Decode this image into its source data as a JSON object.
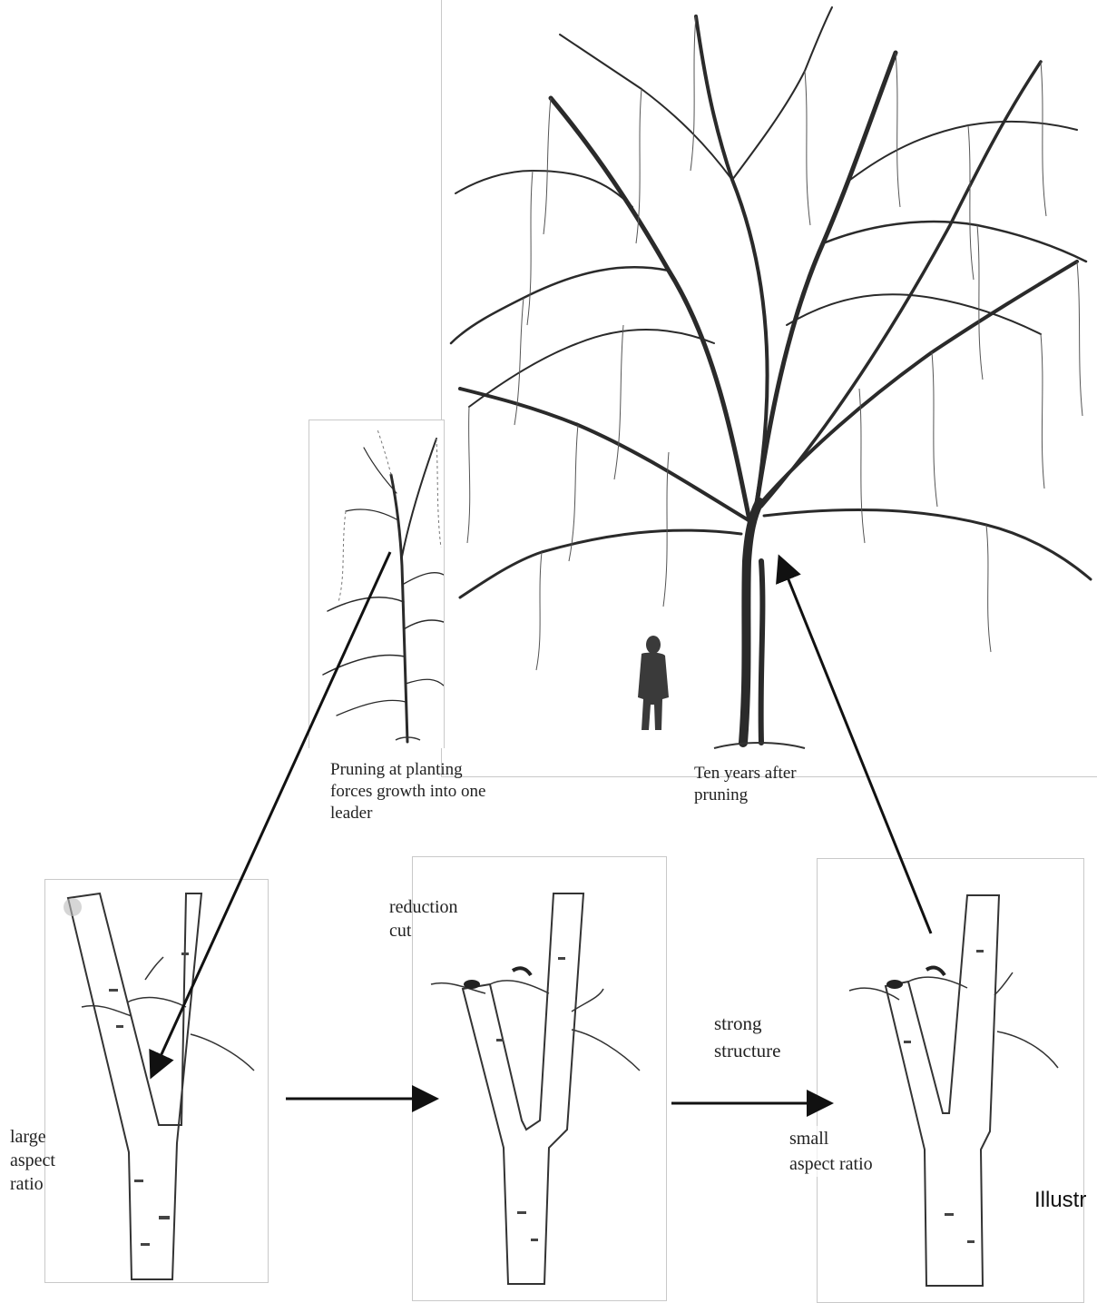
{
  "captions": {
    "young_tree": "Pruning at planting\nforces growth into one\nleader",
    "mature_tree": "Ten years after\npruning",
    "reduction_cut": "reduction\ncut",
    "large_ratio": "large\naspect\nratio",
    "strong_structure": "strong\nstructure",
    "small_ratio": "small\naspect ratio",
    "illustration_partial": "Illustr"
  }
}
